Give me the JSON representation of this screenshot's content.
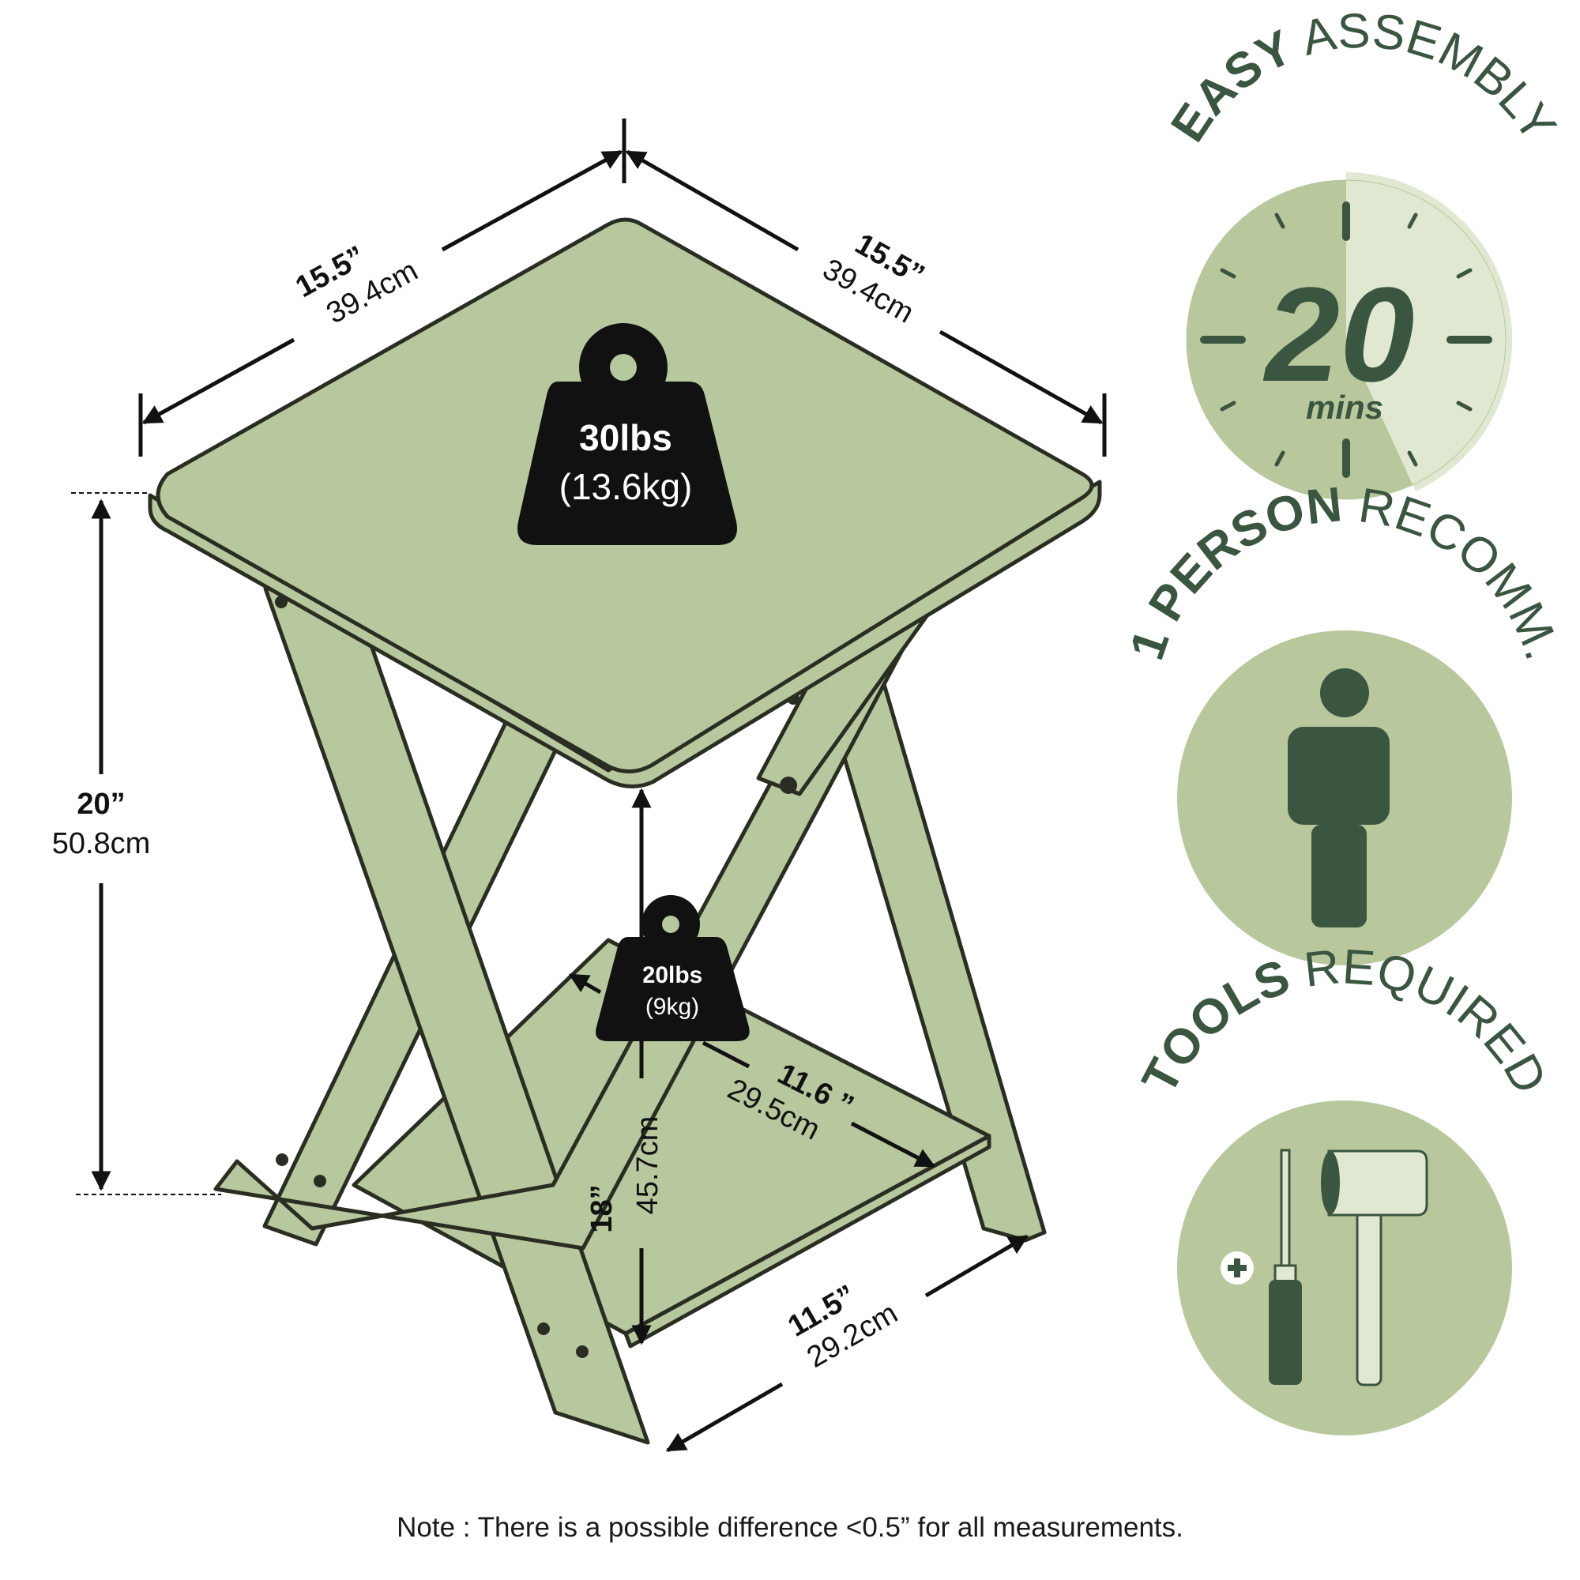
{
  "dimensions": {
    "top_left_width": {
      "in": "15.5”",
      "cm": "39.4cm"
    },
    "top_right_depth": {
      "in": "15.5”",
      "cm": "39.4cm"
    },
    "total_height": {
      "in": "20”",
      "cm": "50.8cm"
    },
    "shelf_height": {
      "in": "18”",
      "cm": "45.7cm"
    },
    "shelf_depth": {
      "in": "11.6 ”",
      "cm": "29.5cm"
    },
    "shelf_width": {
      "in": "11.5”",
      "cm": "29.2cm"
    }
  },
  "weights": {
    "top": {
      "lbs": "30lbs",
      "kg": "(13.6kg)"
    },
    "shelf": {
      "lbs": "20lbs",
      "kg": "(9kg)"
    }
  },
  "badges": {
    "assembly": {
      "bold": "EASY",
      "regular": " ASSEMBLY",
      "number": "20",
      "unit": "mins"
    },
    "person": {
      "bold": "1 PERSON",
      "regular": " RECOMM."
    },
    "tools": {
      "bold": "TOOLS",
      "regular": " REQUIRED"
    }
  },
  "note": "Note : There is a possible difference <0.5” for all measurements.",
  "colors": {
    "product_green": "#b8c89e",
    "badge_green": "#b9c89c",
    "badge_light": "#e0e8d2",
    "dark_green": "#3a5540",
    "outline": "#2a2e22"
  }
}
